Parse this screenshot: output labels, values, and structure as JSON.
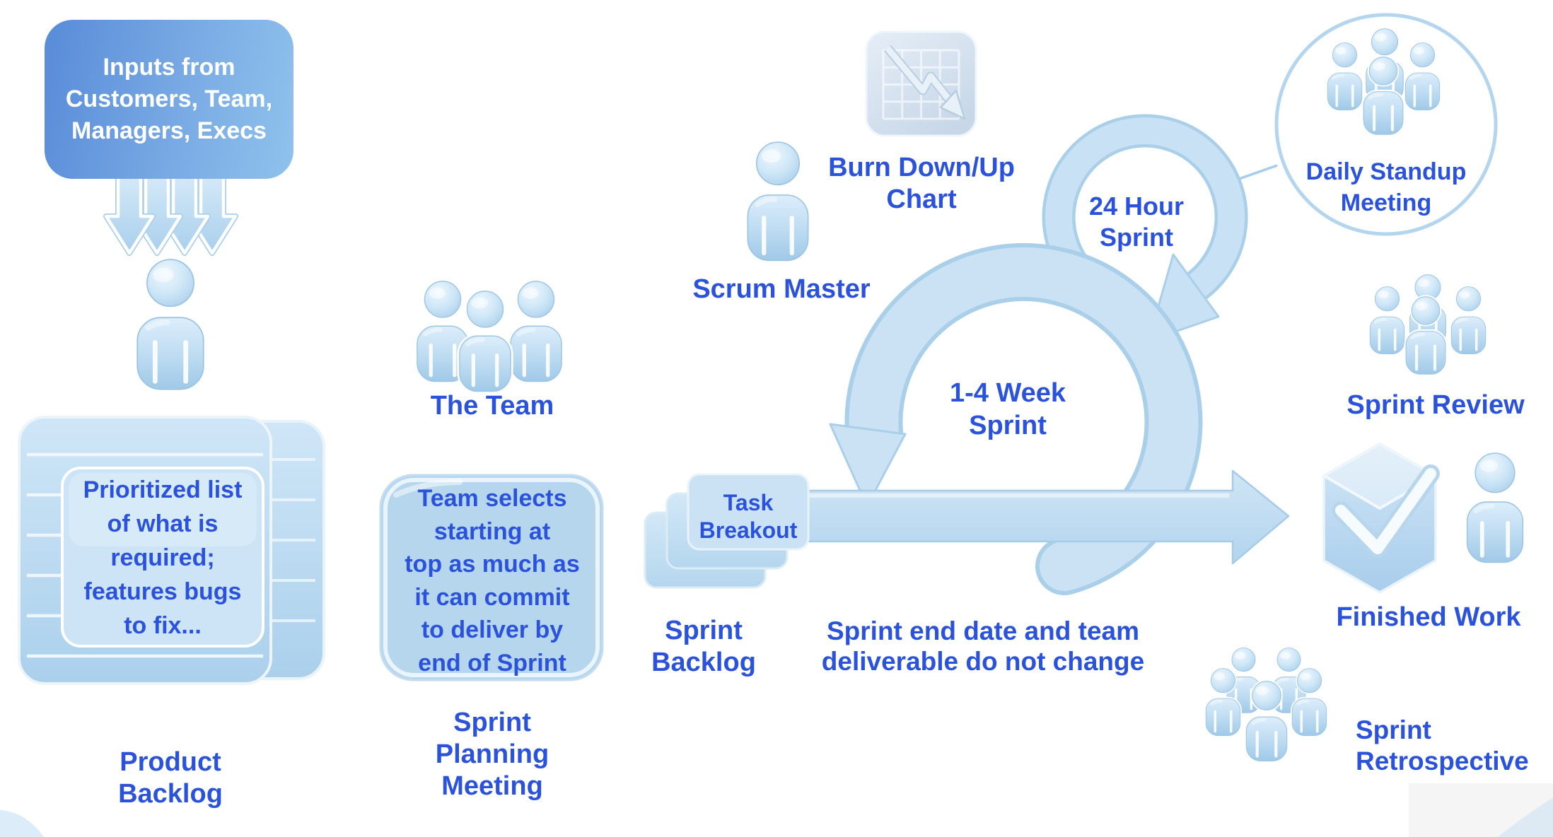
{
  "diagram": "scrum-process",
  "colors": {
    "label_text": "#2b52db",
    "inputs_text": "#ffffff",
    "inputs_gradient_start": "#5a8ed9",
    "inputs_gradient_end": "#8fc2ec",
    "shape_fill": "#c9e1f4",
    "shape_edge": "#a9cfe9",
    "panel_fill": "#cce4f5",
    "circle_outline": "#b3d5ed"
  },
  "icons": {
    "product_owner": "person-icon",
    "team": "people-group-3-icon",
    "scrum_master": "person-icon",
    "burn_chart": "declining-graph-icon",
    "daily_standup": "people-group-4-icon",
    "sprint_review": "people-group-4-icon",
    "sprint_retrospective": "people-group-5-icon",
    "finished_work": "cube-checkmark-icon-and-person-icon",
    "product_backlog": "stacked-documents-icon",
    "task_breakout": "stacked-cards-icon",
    "inputs": "down-arrows-icon",
    "sprint_14w": "large-circular-arrow-icon",
    "sprint_24h": "small-circular-arrow-icon",
    "flow": "right-arrow-icon"
  },
  "inputs_box": {
    "text": "Inputs from\nCustomers, Team,\nManagers, Execs"
  },
  "product_backlog": {
    "panel_text": "Prioritized list\nof what is\nrequired;\nfeatures bugs\nto fix...",
    "label": "Product\nBacklog"
  },
  "team": {
    "label": "The Team"
  },
  "sprint_planning": {
    "box_text": "Team selects\nstarting at\ntop as much as\nit can commit\nto deliver by\nend of Sprint",
    "label": "Sprint\nPlanning\nMeeting"
  },
  "scrum_master": {
    "label": "Scrum Master"
  },
  "burn_chart": {
    "label": "Burn Down/Up\nChart"
  },
  "sprint_24h": {
    "label": "24 Hour\nSprint"
  },
  "daily_standup": {
    "label": "Daily Standup\nMeeting"
  },
  "sprint_14w": {
    "label": "1-4 Week\nSprint"
  },
  "task_breakout": {
    "label": "Task\nBreakout"
  },
  "sprint_backlog": {
    "label": "Sprint\nBacklog"
  },
  "note": {
    "text": "Sprint end date and team\ndeliverable do not change"
  },
  "sprint_review": {
    "label": "Sprint Review"
  },
  "finished_work": {
    "label": "Finished Work"
  },
  "sprint_retrospective": {
    "label": "Sprint\nRetrospective"
  }
}
